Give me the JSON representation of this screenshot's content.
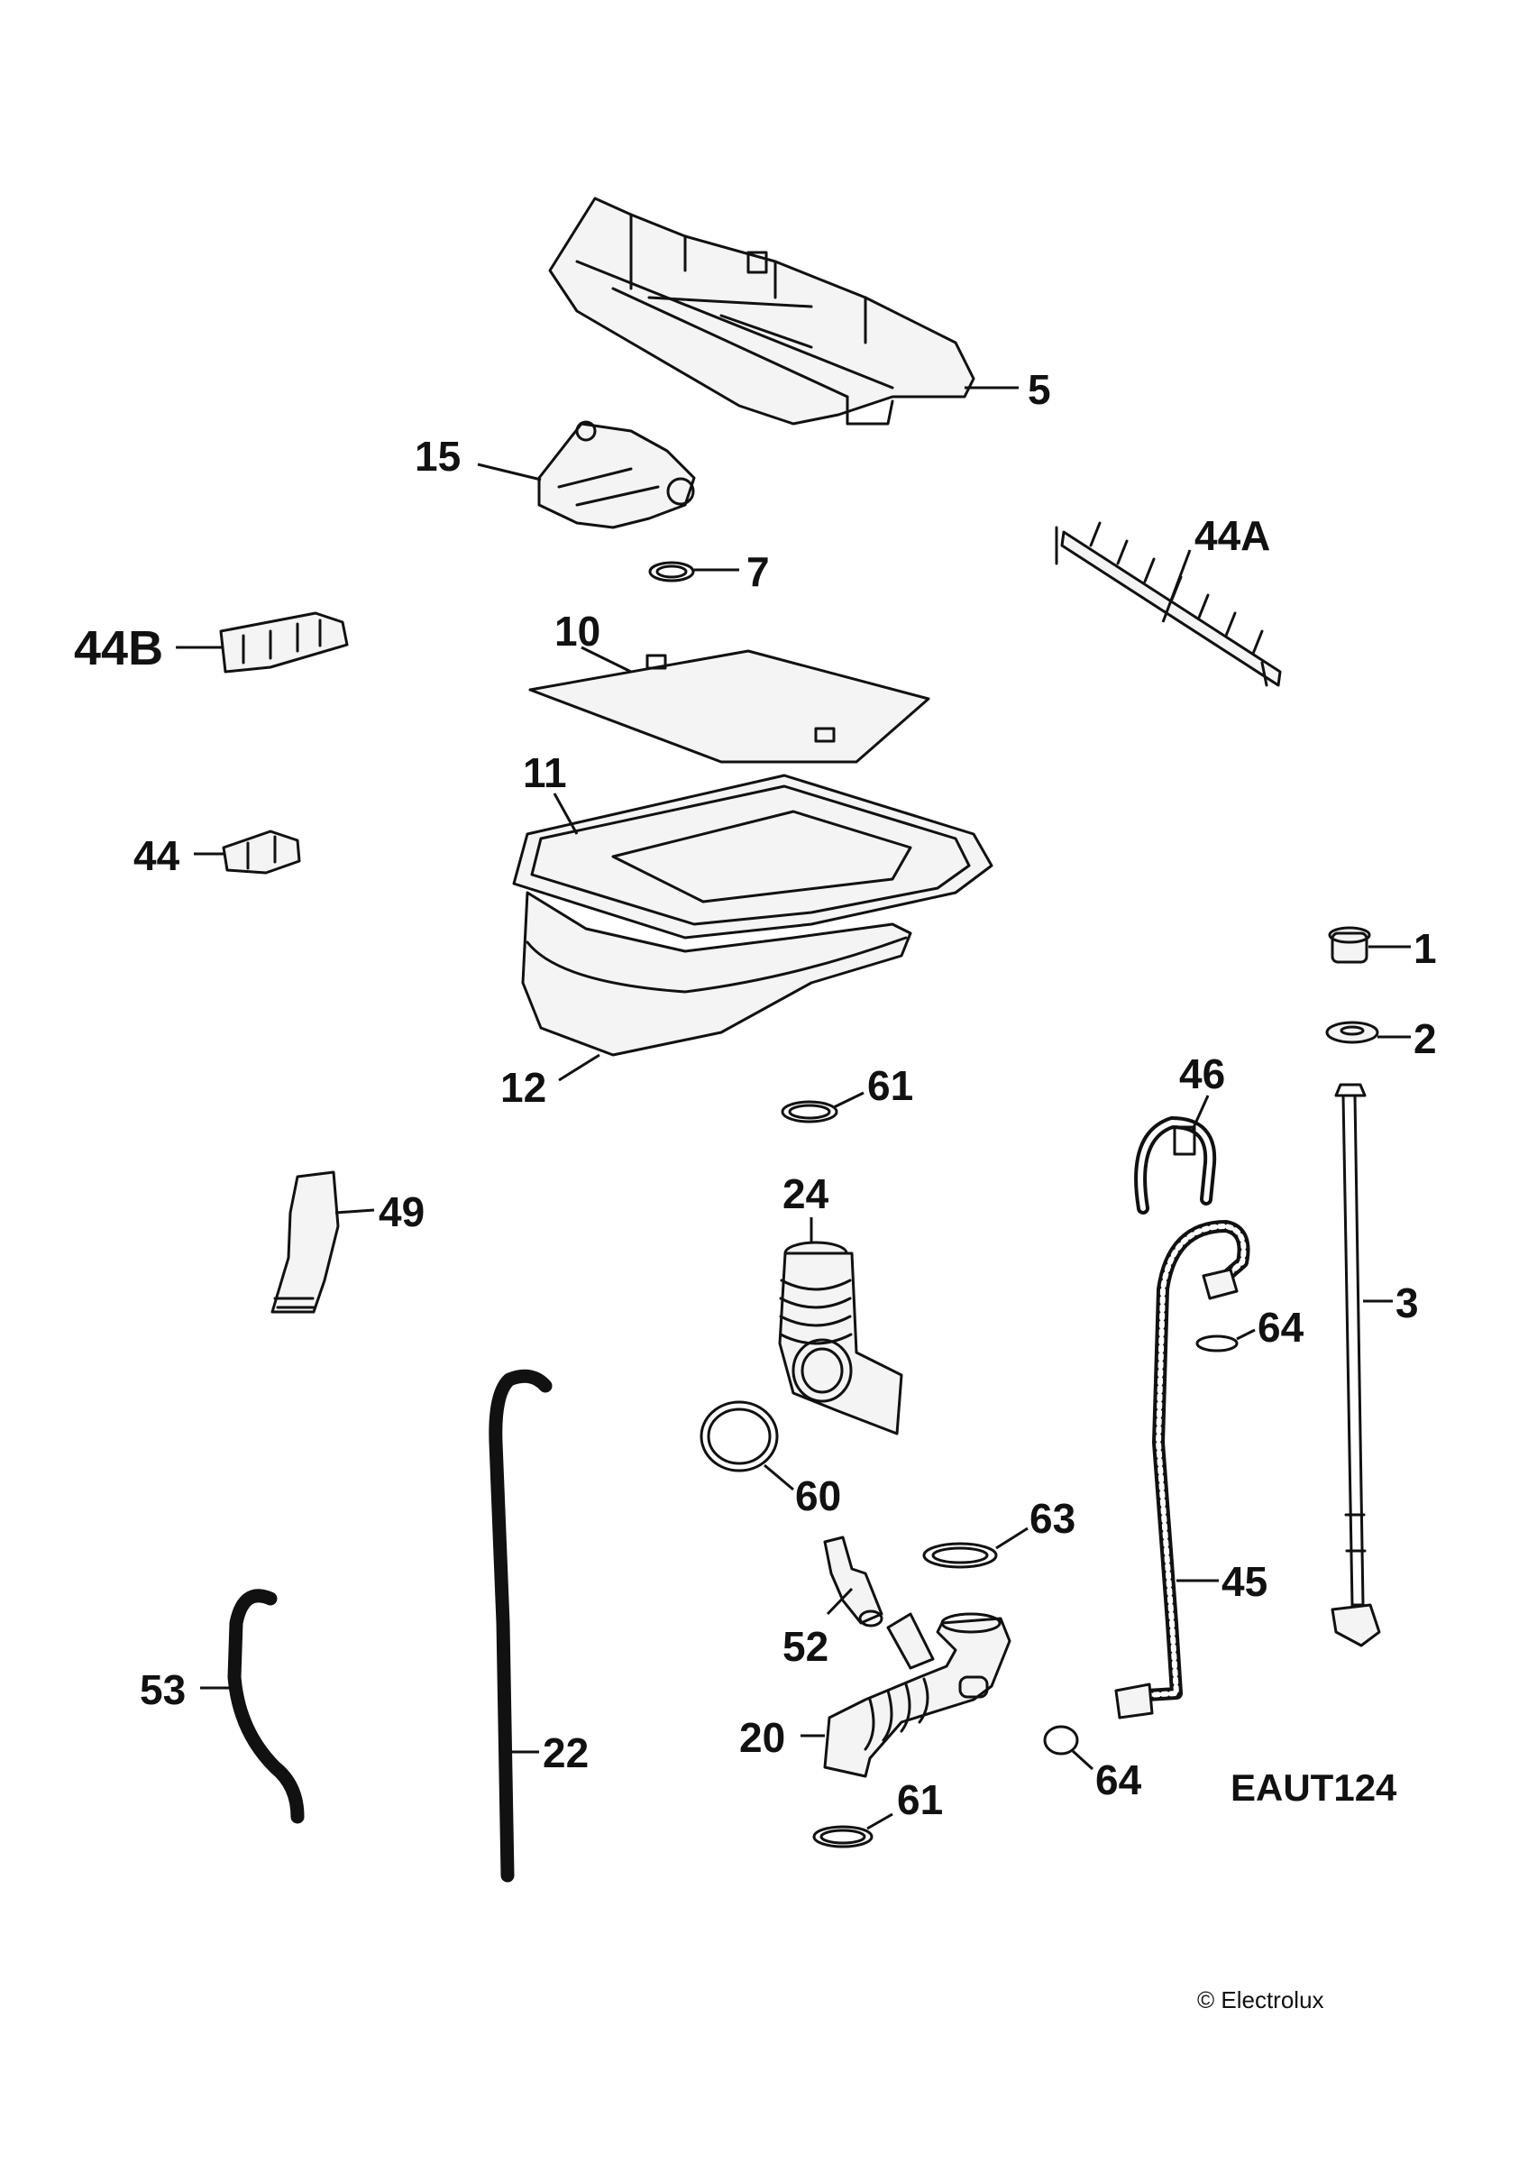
{
  "diagram": {
    "reference_code": "EAUT124",
    "copyright": "© Electrolux",
    "callouts": [
      {
        "id": "c5",
        "label": "5"
      },
      {
        "id": "c15",
        "label": "15"
      },
      {
        "id": "c7",
        "label": "7"
      },
      {
        "id": "c44A",
        "label": "44A"
      },
      {
        "id": "c44B",
        "label": "44B"
      },
      {
        "id": "c10",
        "label": "10"
      },
      {
        "id": "c11",
        "label": "11"
      },
      {
        "id": "c44",
        "label": "44"
      },
      {
        "id": "c1",
        "label": "1"
      },
      {
        "id": "c2",
        "label": "2"
      },
      {
        "id": "c12",
        "label": "12"
      },
      {
        "id": "c61a",
        "label": "61"
      },
      {
        "id": "c46",
        "label": "46"
      },
      {
        "id": "c49",
        "label": "49"
      },
      {
        "id": "c24",
        "label": "24"
      },
      {
        "id": "c3",
        "label": "3"
      },
      {
        "id": "c64a",
        "label": "64"
      },
      {
        "id": "c60",
        "label": "60"
      },
      {
        "id": "c63",
        "label": "63"
      },
      {
        "id": "c45",
        "label": "45"
      },
      {
        "id": "c52",
        "label": "52"
      },
      {
        "id": "c53",
        "label": "53"
      },
      {
        "id": "c22",
        "label": "22"
      },
      {
        "id": "c20",
        "label": "20"
      },
      {
        "id": "c64b",
        "label": "64"
      },
      {
        "id": "c61b",
        "label": "61"
      }
    ]
  }
}
